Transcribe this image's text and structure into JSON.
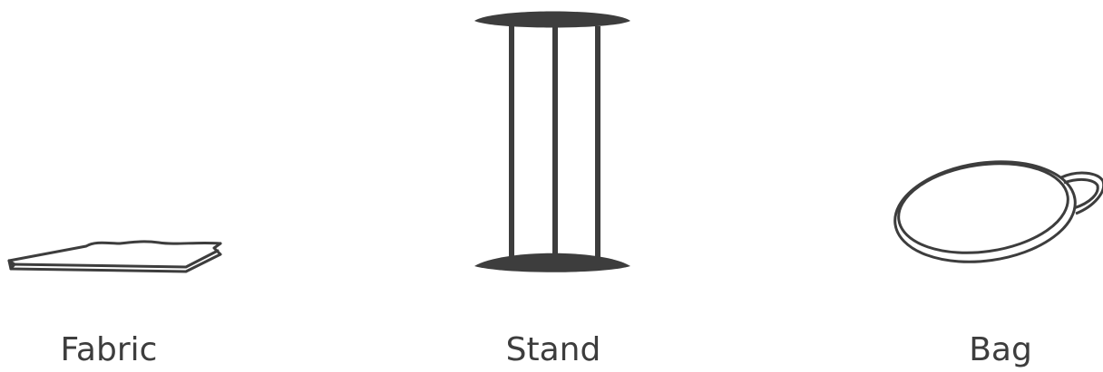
{
  "items": [
    {
      "id": "fabric",
      "label": "Fabric",
      "icon": "folded-fabric-icon"
    },
    {
      "id": "stand",
      "label": "Stand",
      "icon": "stand-icon"
    },
    {
      "id": "bag",
      "label": "Bag",
      "icon": "bag-icon"
    }
  ],
  "colors": {
    "ink": "#3d3d3d",
    "background": "#ffffff"
  }
}
